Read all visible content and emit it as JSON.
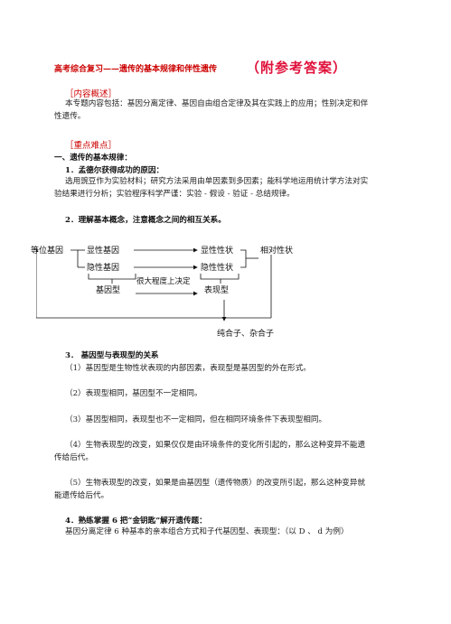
{
  "header": {
    "title": "高考综合复习——遗传的基本规律和伴性遗传",
    "subtitle": "（附参考答案）"
  },
  "overview": {
    "heading": "［内容概述］",
    "lines": [
      "本专题内容包括：基因分离定律、基因自由组合定律及其在实践上的应用；性别决定和伴",
      "性遗传。"
    ]
  },
  "keypoints": {
    "heading": "［重点难点］",
    "section1": "一、遗传的基本规律：",
    "item1_title": "1．孟德尔获得成功的原因：",
    "item1_lines": [
      "选用豌豆作为实验材料；研究方法采用由单因素到多因素；能科学地运用统计学方法对实",
      "验结果进行分析；实验程序科学严谨：实验 - 假设 - 验证 - 总结规律。"
    ],
    "item2_title": "2．理解基本概念，注意概念之间的相互关系。"
  },
  "diagram": {
    "allele": "等位基因",
    "dominant_gene": "显性基因",
    "recessive_gene": "隐性基因",
    "dominant_trait": "显性性状",
    "recessive_trait": "隐性性状",
    "relative_trait": "相对性状",
    "genotype": "基因型",
    "phenotype": "表现型",
    "largely_decides": "很大程度上决定",
    "pure_hetero": "纯合子、杂合子"
  },
  "item3": {
    "title": "3．   基因型与表现型的关系",
    "points": [
      [
        "（1）基因型是生物性状表现的内部因素，表现型是基因型的外在形式。"
      ],
      [
        "（2）表现型相同，基因型不一定相同。"
      ],
      [
        "（3）基因型相同，表现型也不一定相同，但在相同环境条件下表现型相同。"
      ],
      [
        "（4）生物表现型的改变，如果仅仅是由环境条件的变化所引起的，那么这种变异不能遗",
        "传给后代。"
      ],
      [
        "（5）生物表现型的改变，如果是由基因型（遗传物质）的改变所引起，那么这种变异就",
        "能遗传给后代。"
      ]
    ]
  },
  "item4": {
    "title": "4．熟练掌握 6 把“金钥匙”解开遗传题：",
    "line": "基因分离定律 6 种基本的亲本组合方式和子代基因型、表现型：（以 D 、 d 为例）"
  }
}
